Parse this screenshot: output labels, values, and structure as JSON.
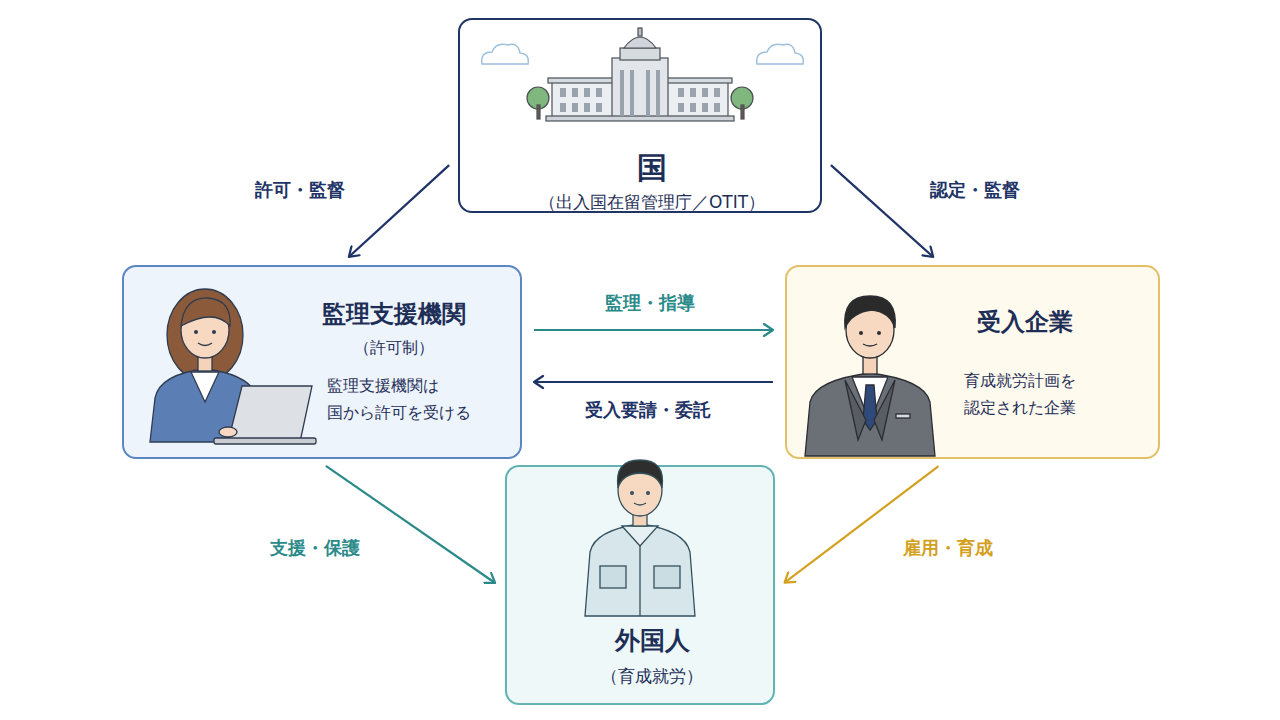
{
  "diagram": {
    "nodes": [
      {
        "text": [
          "国",
          "（出入国在留管理庁／OTIT）"
        ]
      },
      {
        "text": [
          "監理支援機関",
          "（許可制）",
          "監理支援機関は 国から許可を受ける"
        ]
      },
      {
        "text": [
          "受入企業",
          "育成就労計画を 認定された企業"
        ]
      },
      {
        "text": [
          "外国人",
          "（育成就労）"
        ]
      }
    ],
    "edges": [
      {
        "from": 0,
        "to": 1,
        "label": "許可・監督",
        "arrow": "to"
      },
      {
        "from": 0,
        "to": 2,
        "label": "認定・監督",
        "arrow": "to"
      },
      {
        "from": 1,
        "to": 2,
        "label": "監理・指導",
        "arrow": "to"
      },
      {
        "from": 2,
        "to": 1,
        "label": "受入要請・委託",
        "arrow": "to"
      },
      {
        "from": 1,
        "to": 3,
        "label": "支援・保護",
        "arrow": "to"
      },
      {
        "from": 2,
        "to": 3,
        "label": "雇用・育成",
        "arrow": "to"
      }
    ]
  }
}
